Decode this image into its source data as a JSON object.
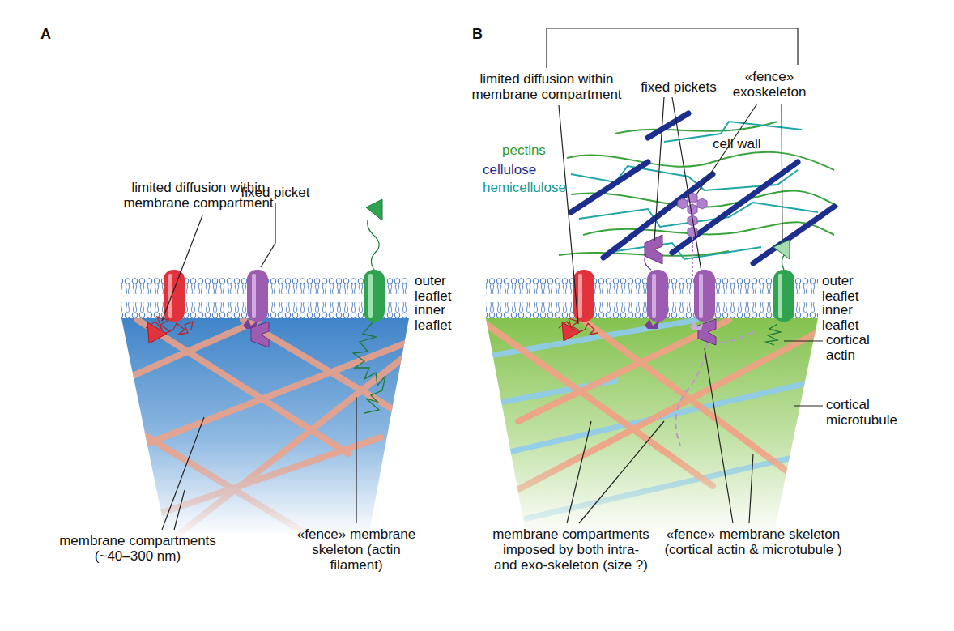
{
  "diagram": {
    "labels": [
      "A",
      "B",
      "limited diffusion within membrane compartment",
      "fixed picket",
      "outer leaflet",
      "inner leaflet",
      "membrane compartments (~40–300 nm)",
      "«fence» membrane skeleton (actin filament)",
      "limited diffusion within membrane compartment",
      "fixed pickets",
      "«fence» exoskeleton",
      "pectins",
      "cellulose",
      "hemicellulose",
      "cell wall",
      "outer leaflet",
      "inner leaflet",
      "cortical actin",
      "cortical microtubule",
      "membrane compartments imposed by both intra- and exo-skeleton (size ?)",
      "«fence» membrane skeleton (cortical actin & microtubule )"
    ]
  }
}
